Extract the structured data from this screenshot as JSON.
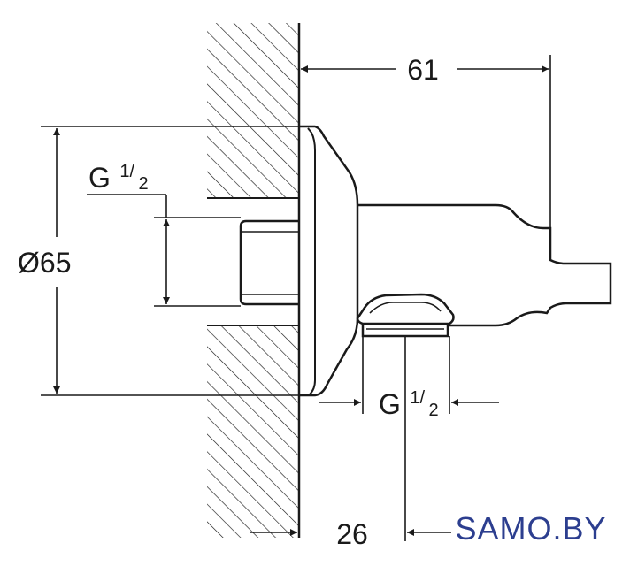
{
  "dimensions": {
    "depth_total": "61",
    "diameter": "Ø65",
    "thread_rear_main": "G",
    "thread_rear_frac": "1/",
    "thread_rear_den": "2",
    "thread_outlet_main": "G",
    "thread_outlet_frac": "1/",
    "thread_outlet_den": "2",
    "wall_offset": "26"
  },
  "watermark": "SAMO.BY"
}
